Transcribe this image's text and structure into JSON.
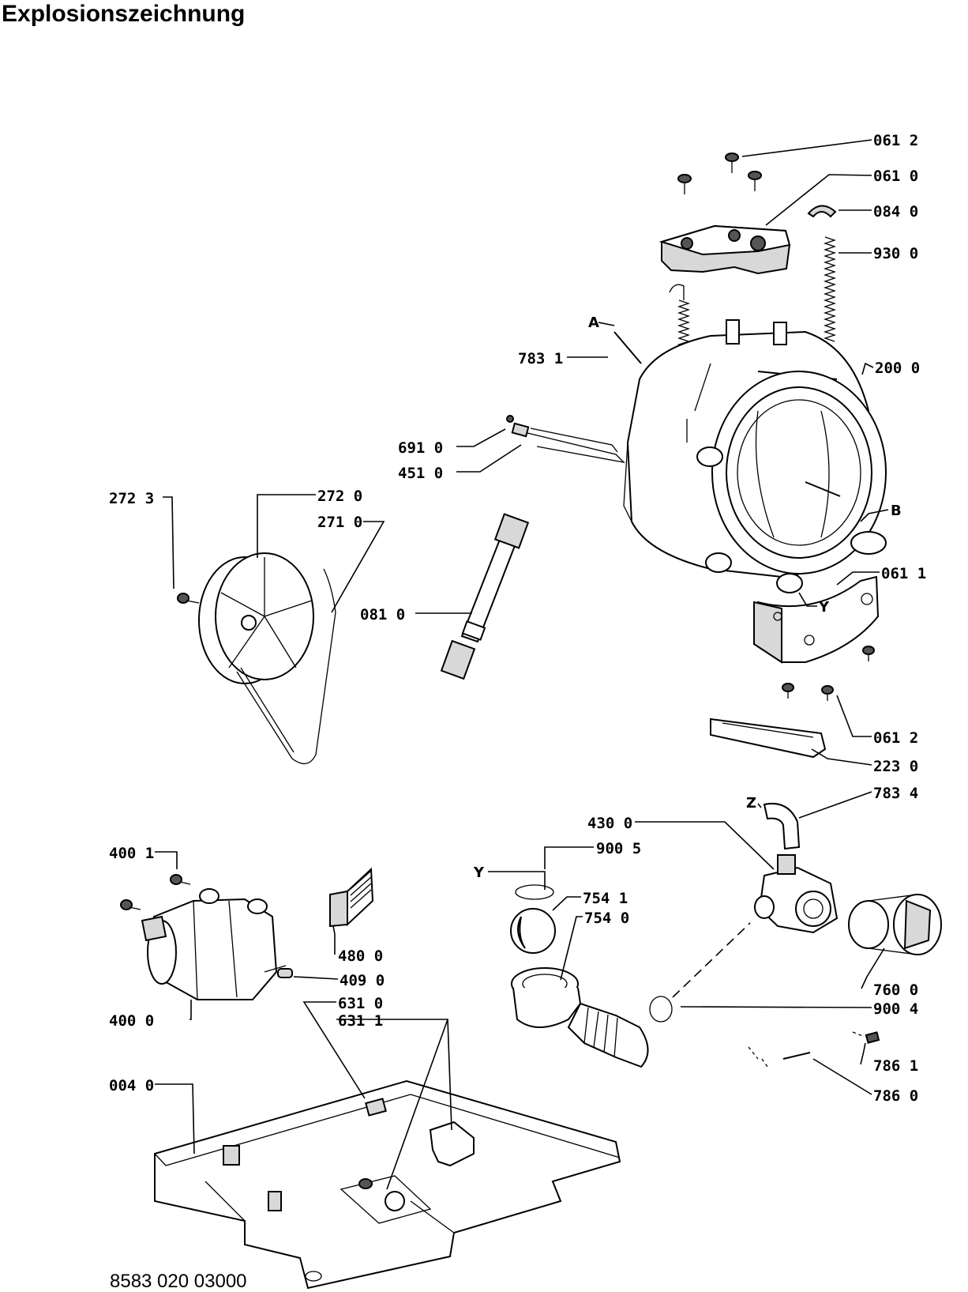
{
  "title": "Explosionszeichnung",
  "document_number": "8583 020 03000",
  "callouts": [
    {
      "id": "c-0612a",
      "text": "061 2"
    },
    {
      "id": "c-0610",
      "text": "061 0"
    },
    {
      "id": "c-0840",
      "text": "084 0"
    },
    {
      "id": "c-9300",
      "text": "930 0"
    },
    {
      "id": "c-A",
      "text": "A"
    },
    {
      "id": "c-7831",
      "text": "783 1"
    },
    {
      "id": "c-2000",
      "text": "200 0"
    },
    {
      "id": "c-6910",
      "text": "691 0"
    },
    {
      "id": "c-4510",
      "text": "451 0"
    },
    {
      "id": "c-2723",
      "text": "272 3"
    },
    {
      "id": "c-2720",
      "text": "272 0"
    },
    {
      "id": "c-2710",
      "text": "271 0"
    },
    {
      "id": "c-B",
      "text": "B"
    },
    {
      "id": "c-0611",
      "text": "061 1"
    },
    {
      "id": "c-Y1",
      "text": "Y"
    },
    {
      "id": "c-0810",
      "text": "081 0"
    },
    {
      "id": "c-0612b",
      "text": "061 2"
    },
    {
      "id": "c-2230",
      "text": "223 0"
    },
    {
      "id": "c-Z",
      "text": "Z"
    },
    {
      "id": "c-7834",
      "text": "783 4"
    },
    {
      "id": "c-4300",
      "text": "430 0"
    },
    {
      "id": "c-9005",
      "text": "900 5"
    },
    {
      "id": "c-Y2",
      "text": "Y"
    },
    {
      "id": "c-4001",
      "text": "400 1"
    },
    {
      "id": "c-7541",
      "text": "754 1"
    },
    {
      "id": "c-7540",
      "text": "754 0"
    },
    {
      "id": "c-4800",
      "text": "480 0"
    },
    {
      "id": "c-4090",
      "text": "409 0"
    },
    {
      "id": "c-6310",
      "text": "631 0"
    },
    {
      "id": "c-6311",
      "text": "631 1"
    },
    {
      "id": "c-4000",
      "text": "400 0"
    },
    {
      "id": "c-7600",
      "text": "760 0"
    },
    {
      "id": "c-9004",
      "text": "900 4"
    },
    {
      "id": "c-7861",
      "text": "786 1"
    },
    {
      "id": "c-7860",
      "text": "786 0"
    },
    {
      "id": "c-0040",
      "text": "004 0"
    }
  ]
}
